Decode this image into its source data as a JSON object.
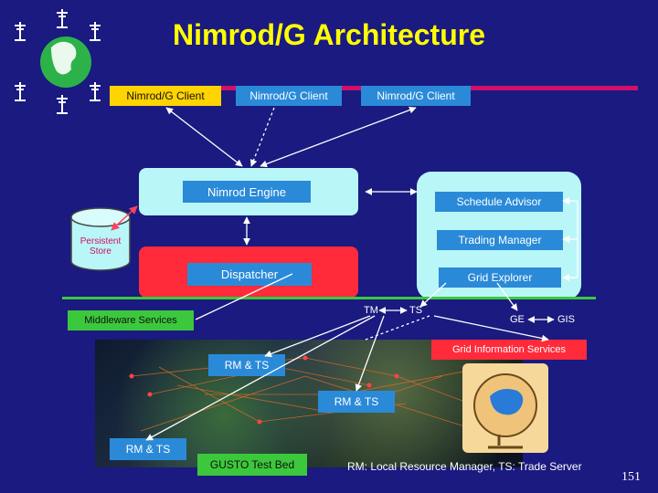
{
  "title": "Nimrod/G Architecture",
  "clients": [
    "Nimrod/G Client",
    "Nimrod/G Client",
    "Nimrod/G Client"
  ],
  "engine": "Nimrod Engine",
  "dispatcher": "Dispatcher",
  "persistent_store": "Persistent Store",
  "schedule_advisor": "Schedule Advisor",
  "trading_manager": "Trading Manager",
  "grid_explorer": "Grid Explorer",
  "middleware": "Middleware Services",
  "tm": "TM",
  "ts": "TS",
  "ge": "GE",
  "gis": "GIS",
  "grid_info": "Grid Information Services",
  "rm_ts_1": "RM & TS",
  "rm_ts_2": "RM & TS",
  "rm_ts_3": "RM & TS",
  "testbed": "GUSTO Test Bed",
  "legend": "RM: Local Resource Manager, TS: Trade Server",
  "page_number": "151",
  "colors": {
    "background": "#1a1a80",
    "title": "#ffff00",
    "client": "#ffd400",
    "engine": "#b9f6f7",
    "dispatcher": "#ff2a3a",
    "accent_line": "#d0106a",
    "green_line": "#3cc83c"
  }
}
